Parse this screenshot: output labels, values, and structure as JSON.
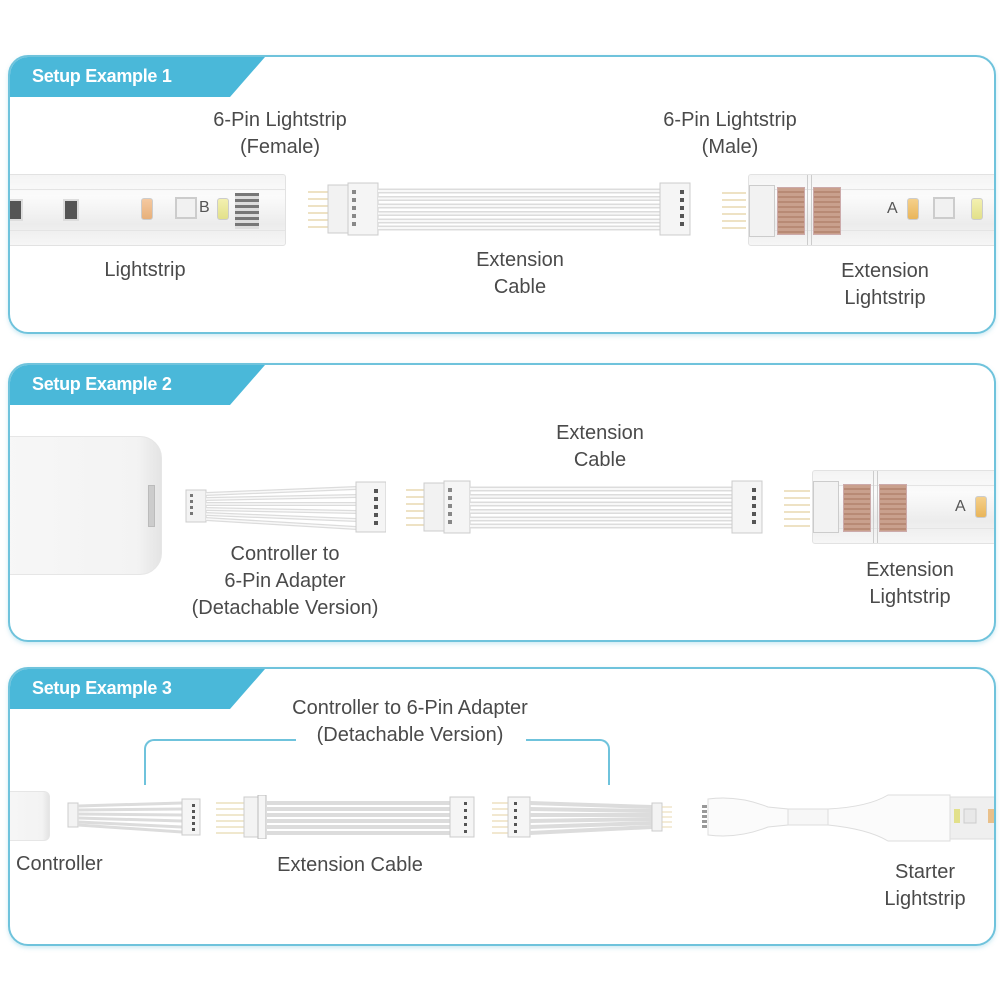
{
  "colors": {
    "accent": "#4ab8d9",
    "border": "#6fc3dc",
    "text": "#4a4a4a"
  },
  "examples": [
    {
      "title": "Setup Example 1",
      "labels": {
        "female_line1": "6-Pin Lightstrip",
        "female_line2": "(Female)",
        "male_line1": "6-Pin Lightstrip",
        "male_line2": "(Male)",
        "lightstrip": "Lightstrip",
        "extension_line1": "Extension",
        "extension_line2": "Cable",
        "ext_strip_line1": "Extension",
        "ext_strip_line2": "Lightstrip"
      },
      "strip_marks": {
        "left": "B",
        "right": "A"
      }
    },
    {
      "title": "Setup Example 2",
      "labels": {
        "extension_line1": "Extension",
        "extension_line2": "Cable",
        "adapter_line1": "Controller to",
        "adapter_line2": "6-Pin Adapter",
        "adapter_line3": "(Detachable Version)",
        "ext_strip_line1": "Extension",
        "ext_strip_line2": "Lightstrip"
      },
      "strip_marks": {
        "right": "A"
      }
    },
    {
      "title": "Setup Example 3",
      "labels": {
        "adapter_line1": "Controller to 6-Pin Adapter",
        "adapter_line2": "(Detachable Version)",
        "controller": "Controller",
        "extension": "Extension Cable",
        "starter_line1": "Starter",
        "starter_line2": "Lightstrip"
      }
    }
  ]
}
